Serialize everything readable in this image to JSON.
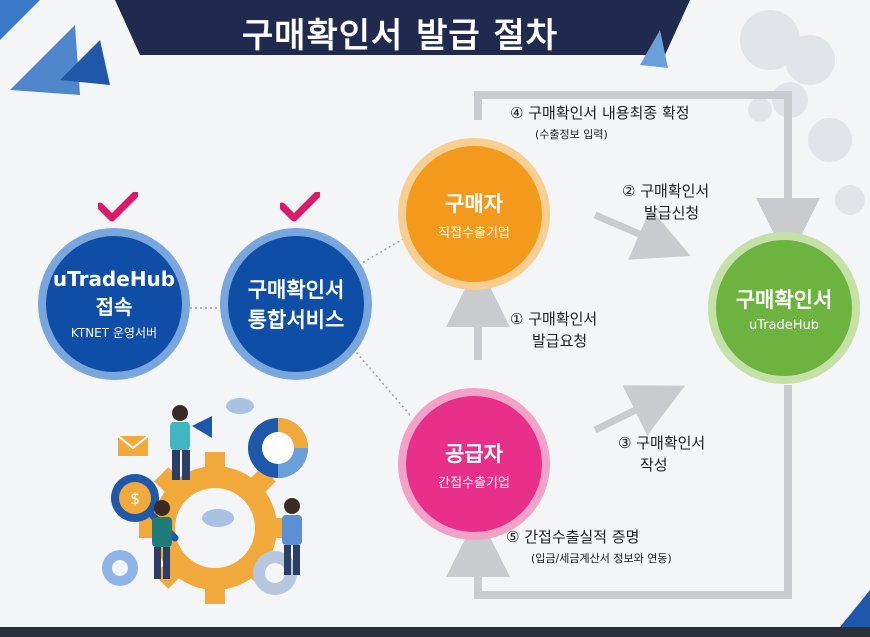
{
  "title": "구매확인서 발급 절차",
  "nodes": {
    "utradehub_access": {
      "line1": "uTradeHub",
      "line2": "접속",
      "sub": "KTNET 운영서버"
    },
    "integrated_service": {
      "line1": "구매확인서",
      "line2": "통합서비스"
    },
    "buyer": {
      "main": "구매자",
      "sub": "직접수출기업"
    },
    "supplier": {
      "main": "공급자",
      "sub": "간접수출기업"
    },
    "purchase_confirmation": {
      "main": "구매확인서",
      "sub": "uTradeHub"
    }
  },
  "steps": {
    "s1": {
      "line1": "① 구매확인서",
      "line2": "발급요청"
    },
    "s2": {
      "line1": "② 구매확인서",
      "line2": "발급신청"
    },
    "s3": {
      "line1": "③ 구매확인서",
      "line2": "작성"
    },
    "s4": {
      "line1": "④ 구매확인서 내용최종 확정",
      "line2": "(수출정보 입력)"
    },
    "s5": {
      "line1": "⑤ 간접수출실적 증명",
      "line2": "(입금/세금계산서 정보와 연동)"
    }
  },
  "colors": {
    "navy": "#1f2a4e",
    "blue": "#1a4fa3",
    "orange": "#f39a1c",
    "pink": "#e8308a",
    "green": "#6cb33f",
    "check": "#d81b6b",
    "flow": "#c9cbcf"
  }
}
